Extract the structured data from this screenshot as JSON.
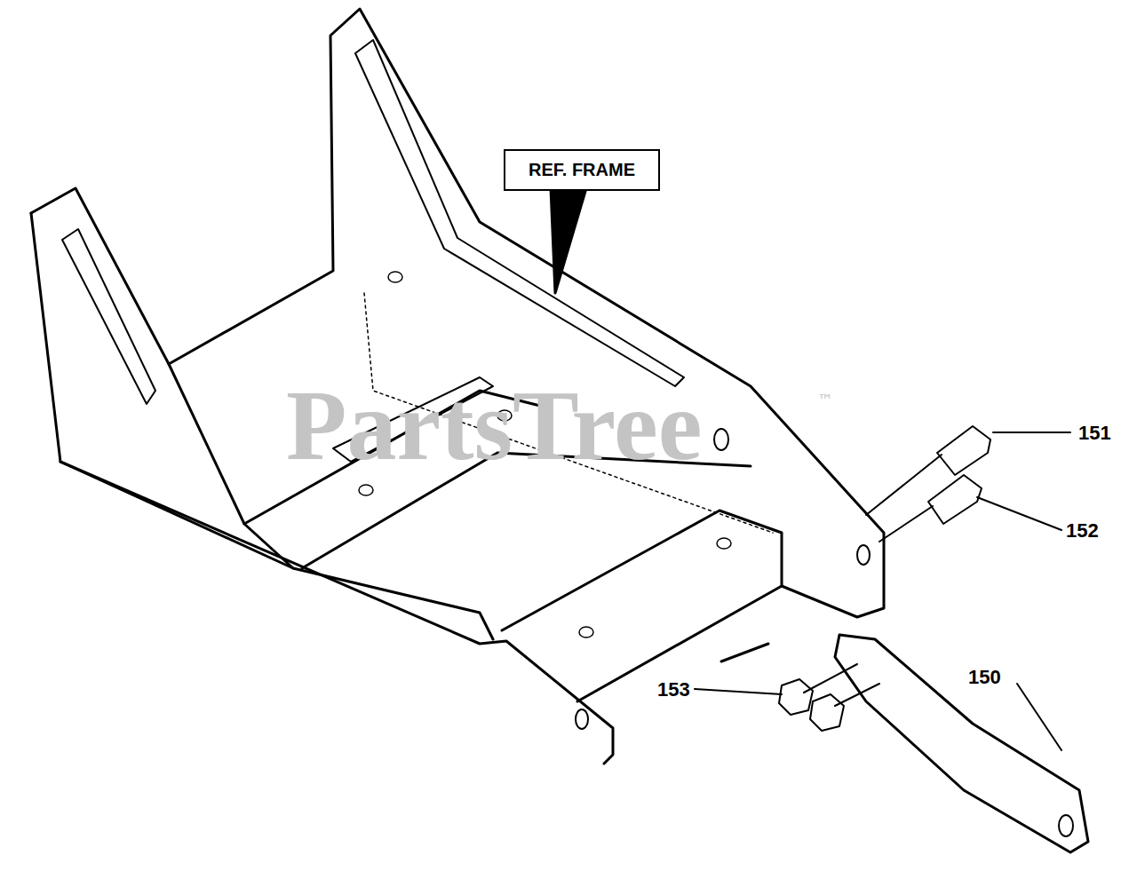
{
  "diagram": {
    "nodes": [
      {
        "text": [
          "REF. FRAME"
        ]
      }
    ],
    "labels": [
      "151",
      "152",
      "153",
      "150",
      "PartsTree",
      "™"
    ]
  }
}
